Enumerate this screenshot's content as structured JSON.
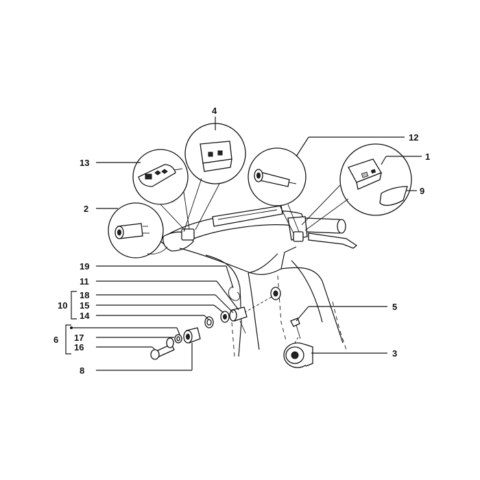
{
  "diagram": {
    "callouts": [
      {
        "id": "c4",
        "text": "4"
      },
      {
        "id": "c12",
        "text": "12"
      },
      {
        "id": "c13",
        "text": "13"
      },
      {
        "id": "c1",
        "text": "1"
      },
      {
        "id": "c9",
        "text": "9"
      },
      {
        "id": "c2",
        "text": "2"
      },
      {
        "id": "c19",
        "text": "19"
      },
      {
        "id": "c11",
        "text": "11"
      },
      {
        "id": "c18",
        "text": "18"
      },
      {
        "id": "c10",
        "text": "10"
      },
      {
        "id": "c15",
        "text": "15"
      },
      {
        "id": "c14",
        "text": "14"
      },
      {
        "id": "c5",
        "text": "5"
      },
      {
        "id": "c6",
        "text": "6"
      },
      {
        "id": "c17",
        "text": "17"
      },
      {
        "id": "c16",
        "text": "16"
      },
      {
        "id": "c3",
        "text": "3"
      },
      {
        "id": "c8",
        "text": "8"
      }
    ]
  }
}
